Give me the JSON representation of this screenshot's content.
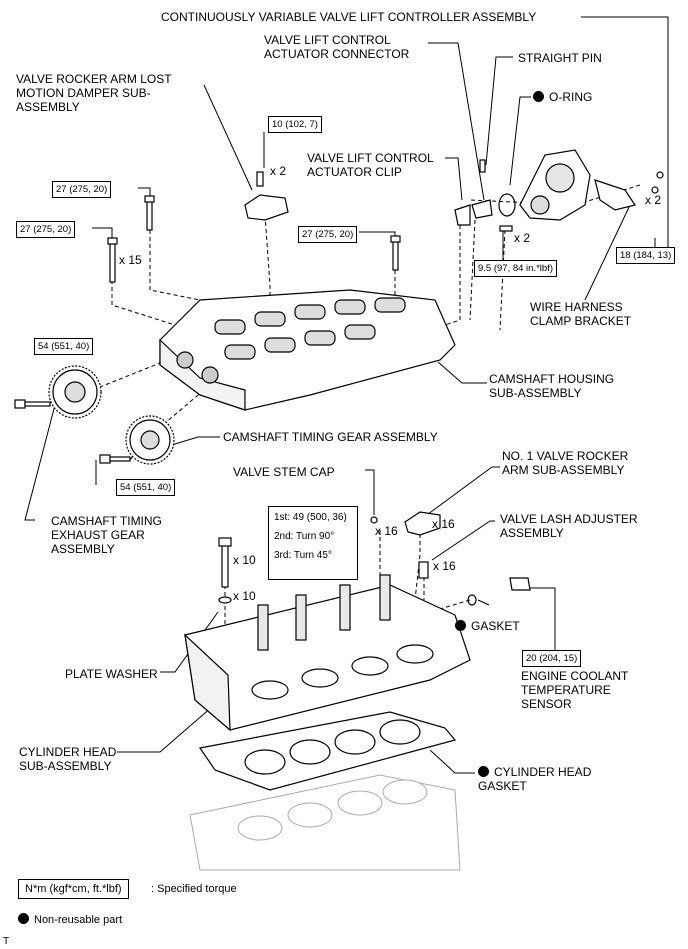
{
  "labels": {
    "cvvl_controller": "CONTINUOUSLY VARIABLE VALVE LIFT CONTROLLER ASSEMBLY",
    "actuator_connector": "VALVE LIFT CONTROL\nACTUATOR CONNECTOR",
    "straight_pin": "STRAIGHT PIN",
    "o_ring": "O-RING",
    "rocker_damper": "VALVE ROCKER ARM LOST\nMOTION DAMPER SUB-\nASSEMBLY",
    "actuator_clip": "VALVE LIFT CONTROL\nACTUATOR CLIP",
    "wire_harness_bracket": "WIRE HARNESS\nCLAMP BRACKET",
    "camshaft_housing": "CAMSHAFT HOUSING\nSUB-ASSEMBLY",
    "timing_gear": "CAMSHAFT TIMING GEAR ASSEMBLY",
    "valve_stem_cap": "VALVE STEM CAP",
    "rocker_arm": "NO. 1 VALVE ROCKER\nARM SUB-ASSEMBLY",
    "exhaust_gear": "CAMSHAFT TIMING\nEXHAUST GEAR\nASSEMBLY",
    "lash_adjuster": "VALVE LASH ADJUSTER\nASSEMBLY",
    "gasket": "GASKET",
    "plate_washer": "PLATE WASHER",
    "coolant_sensor": "ENGINE COOLANT\nTEMPERATURE\nSENSOR",
    "cylinder_head": "CYLINDER HEAD\nSUB-ASSEMBLY",
    "head_gasket": "CYLINDER HEAD\nGASKET"
  },
  "torques": {
    "t_damper": "10 (102, 7)",
    "t_left1": "27 (275, 20)",
    "t_left2": "27 (275, 20)",
    "t_mid": "27 (275, 20)",
    "t_right": "18 (184, 13)",
    "t_pin": "9.5 (97, 84 in.*lbf)",
    "t_exh": "54 (551, 40)",
    "t_int": "54 (551, 40)",
    "t_sensor": "20 (204, 15)"
  },
  "quantities": {
    "q_damper": "x 2",
    "q_left": "x 15",
    "q_right": "x 2",
    "q_pin": "x 2",
    "q_cap": "x 16",
    "q_rocker": "x 16",
    "q_lash": "x 16",
    "q_bolt": "x 10",
    "q_washer": "x 10"
  },
  "head_bolt_steps": [
    "1st: 49 (500, 36)",
    "2nd: Turn 90°",
    "3rd: Turn 45°"
  ],
  "legend": {
    "torque_unit": "N*m (kgf*cm, ft.*lbf)",
    "torque_desc": ": Specified torque",
    "nonreusable": "Non-reusable part"
  },
  "corner_mark": "T",
  "icons": [
    "non-reusable-dot-icon"
  ]
}
